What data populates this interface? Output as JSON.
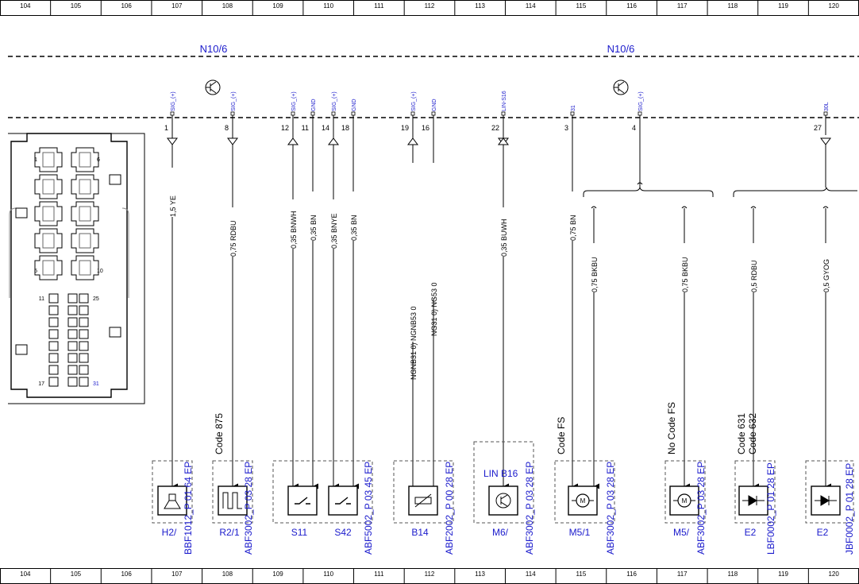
{
  "ruler": {
    "columns": [
      "104",
      "105",
      "106",
      "107",
      "108",
      "109",
      "110",
      "111",
      "112",
      "113",
      "114",
      "115",
      "116",
      "117",
      "118",
      "119",
      "120"
    ]
  },
  "module": {
    "labels": [
      "N10/6",
      "N10/6"
    ]
  },
  "connector": {
    "pin_labels": [
      "1",
      "6",
      "5",
      "10",
      "11",
      "25",
      "17",
      "31"
    ]
  },
  "pins": [
    {
      "signal": "SIG_(+)",
      "pin": "1"
    },
    {
      "signal": "SIG_(+)",
      "pin": "8"
    },
    {
      "signal": "SIG_(+)",
      "pin": "12"
    },
    {
      "signal": "GND",
      "pin": "11"
    },
    {
      "signal": "SIG_(+)",
      "pin": "14"
    },
    {
      "signal": "GND",
      "pin": "18"
    },
    {
      "signal": "SIG_(+)",
      "pin": "19"
    },
    {
      "signal": "GND",
      "pin": "16"
    },
    {
      "signal": "LIN-S16",
      "pin": "22"
    },
    {
      "signal": "31",
      "pin": "3"
    },
    {
      "signal": "SIG_(+)",
      "pin": "4"
    },
    {
      "signal": "30L",
      "pin": "27"
    }
  ],
  "wires": [
    "1,5 YE",
    "0,75 RDBU",
    "0,35 BNWH",
    "0,35 BN",
    "0,35 BNYE",
    "0,35 BN",
    "NGNB31 0) NGNB53 0",
    "NG31 0) NG53 0",
    "0,35 BUWH",
    "0,75 BN",
    "0,75 BKBU",
    "0,75 BKBU",
    "0,5 RDBU",
    "0,5 GYOG"
  ],
  "components": [
    {
      "name": "H2/",
      "ref": "BBF1012_P 01 64 EP"
    },
    {
      "name": "R2/1",
      "ref": "ABF3002_P 03 28 EP",
      "code": "Code 875"
    },
    {
      "name": "S11",
      "name2": "S42",
      "ref": "ABF5002_P 03 45 EP"
    },
    {
      "name": "B14",
      "ref": "ABF2002_P 00 28 EP"
    },
    {
      "name": "M6/",
      "ref": "ABF3002_P 03 28 EP",
      "code": "LIN B16"
    },
    {
      "name": "M5/1",
      "ref": "ABF3002_P 03 28 EP",
      "code": "Code FS"
    },
    {
      "name": "M5/",
      "ref": "ABF3002_P 03 28 EP",
      "code": "No Code FS"
    },
    {
      "name": "E2",
      "ref": "LBF0002_P 01 28 EP",
      "code": "Code 631",
      "code2": "Code 632"
    },
    {
      "name": "E2",
      "ref": "JBF0002_P 01 28 EP"
    }
  ],
  "colors": {
    "blue": "#1a1acc",
    "line": "#000000"
  }
}
